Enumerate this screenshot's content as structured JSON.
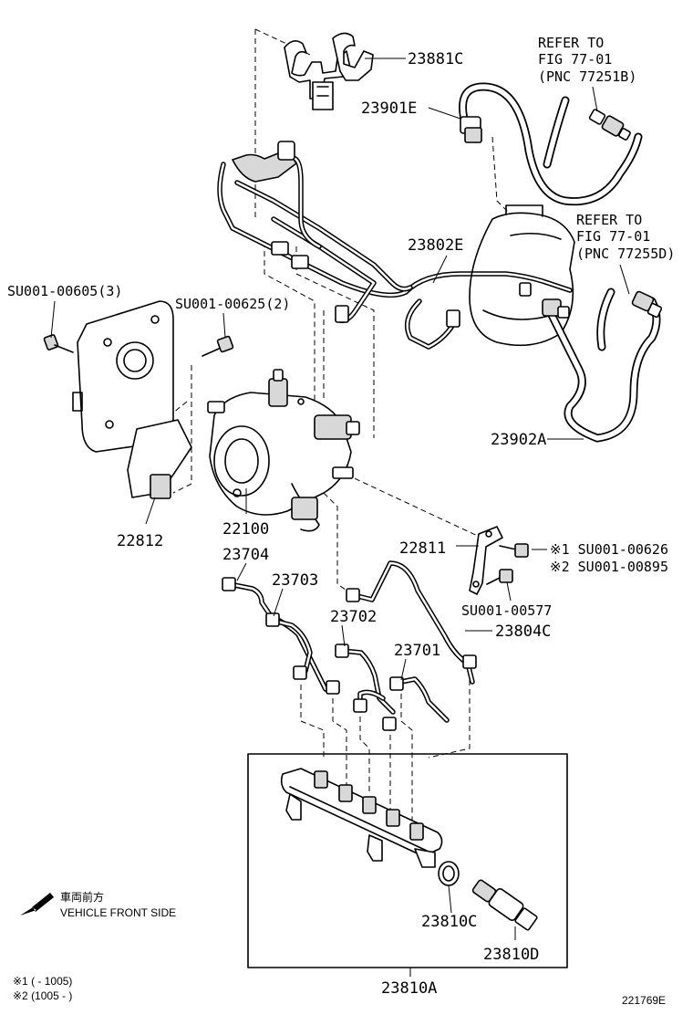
{
  "labels": {
    "p23881C": "23881C",
    "p23901E": "23901E",
    "ref1_line1": "REFER TO",
    "ref1_line2": "FIG 77-01",
    "ref1_line3": "(PNC 77251B)",
    "ref2_line1": "REFER TO",
    "ref2_line2": "FIG 77-01",
    "ref2_line3": "(PNC 77255D)",
    "p23802E": "23802E",
    "su605": "SU001-00605(3)",
    "su625": "SU001-00625(2)",
    "p23902A": "23902A",
    "p22812": "22812",
    "p22100": "22100",
    "p23704": "23704",
    "p22811": "22811",
    "su626": "※1 SU001-00626",
    "su895": "※2 SU001-00895",
    "p23703": "23703",
    "su577": "SU001-00577",
    "p23702": "23702",
    "p23804C": "23804C",
    "p23701": "23701",
    "p23810C": "23810C",
    "p23810D": "23810D",
    "p23810A": "23810A",
    "front_jp": "車両前方",
    "front_en": "VEHICLE FRONT SIDE",
    "note1": "※1 (      - 1005)",
    "note2": "※2 (1005 -      )",
    "fig_code": "221769E"
  }
}
